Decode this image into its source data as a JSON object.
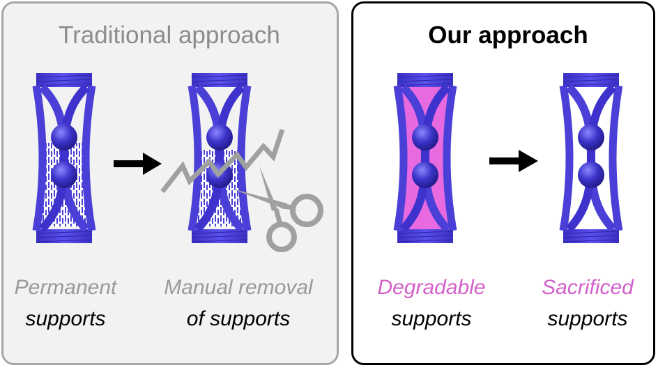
{
  "left_panel": {
    "title": "Traditional approach",
    "items": [
      {
        "line1": "Permanent",
        "line2": "supports"
      },
      {
        "line1": "Manual removal",
        "line2": "of supports"
      }
    ]
  },
  "right_panel": {
    "title": "Our approach",
    "items": [
      {
        "line1": "Degradable",
        "line2": "supports"
      },
      {
        "line1": "Sacrificed",
        "line2": "supports"
      }
    ]
  },
  "colors": {
    "lattice": "#4a3fd6",
    "lattice_dark": "#2e25a8",
    "sphere": "#3b33c8",
    "degradable_support": "#e86ae0",
    "caption_highlight": "#d35fc9",
    "caption_grey": "#999999",
    "scissors": "#a0a0a0",
    "arrow": "#000000"
  },
  "icons": [
    "arrow-right-icon",
    "scissors-icon",
    "zigzag-cut-icon"
  ]
}
